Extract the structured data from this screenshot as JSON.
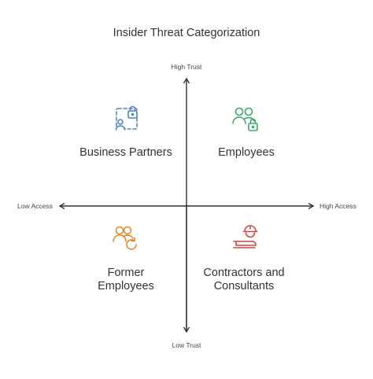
{
  "title": "Insider Threat Categorization",
  "axes": {
    "top": "High Trust",
    "bottom": "Low Trust",
    "left": "Low Access",
    "right": "High Access"
  },
  "quadrants": {
    "top_left": {
      "label": "Business Partners",
      "icon": "partner-lock-icon",
      "color": "#4a86c8"
    },
    "top_right": {
      "label": "Employees",
      "icon": "employees-lock-icon",
      "color": "#3aa86b"
    },
    "bottom_left": {
      "label_line1": "Former",
      "label_line2": "Employees",
      "icon": "former-employees-icon",
      "color": "#e08a2a"
    },
    "bottom_right": {
      "label_line1": "Contractors and",
      "label_line2": "Consultants",
      "icon": "contractor-hardhat-icon",
      "color": "#d9453a"
    }
  }
}
